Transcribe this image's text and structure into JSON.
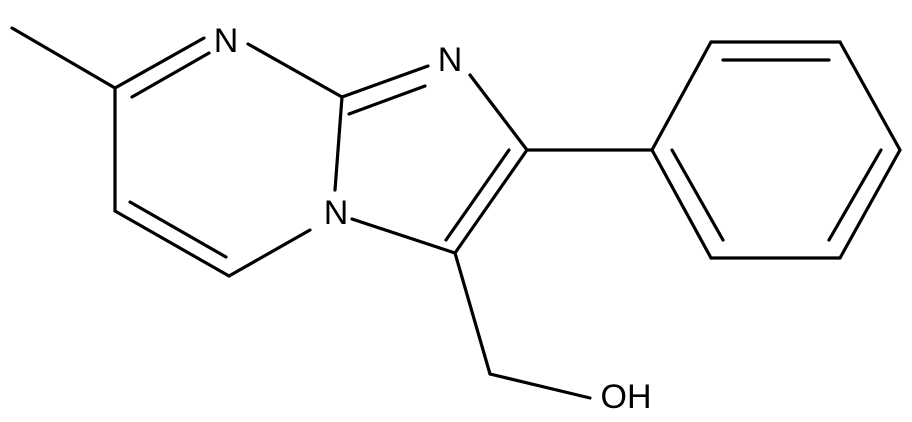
{
  "molecule": {
    "atoms": {
      "n1": "N",
      "n2": "N",
      "n3": "N",
      "oh": "OH"
    },
    "colors": {
      "line": "#000000",
      "background": "#ffffff"
    }
  }
}
